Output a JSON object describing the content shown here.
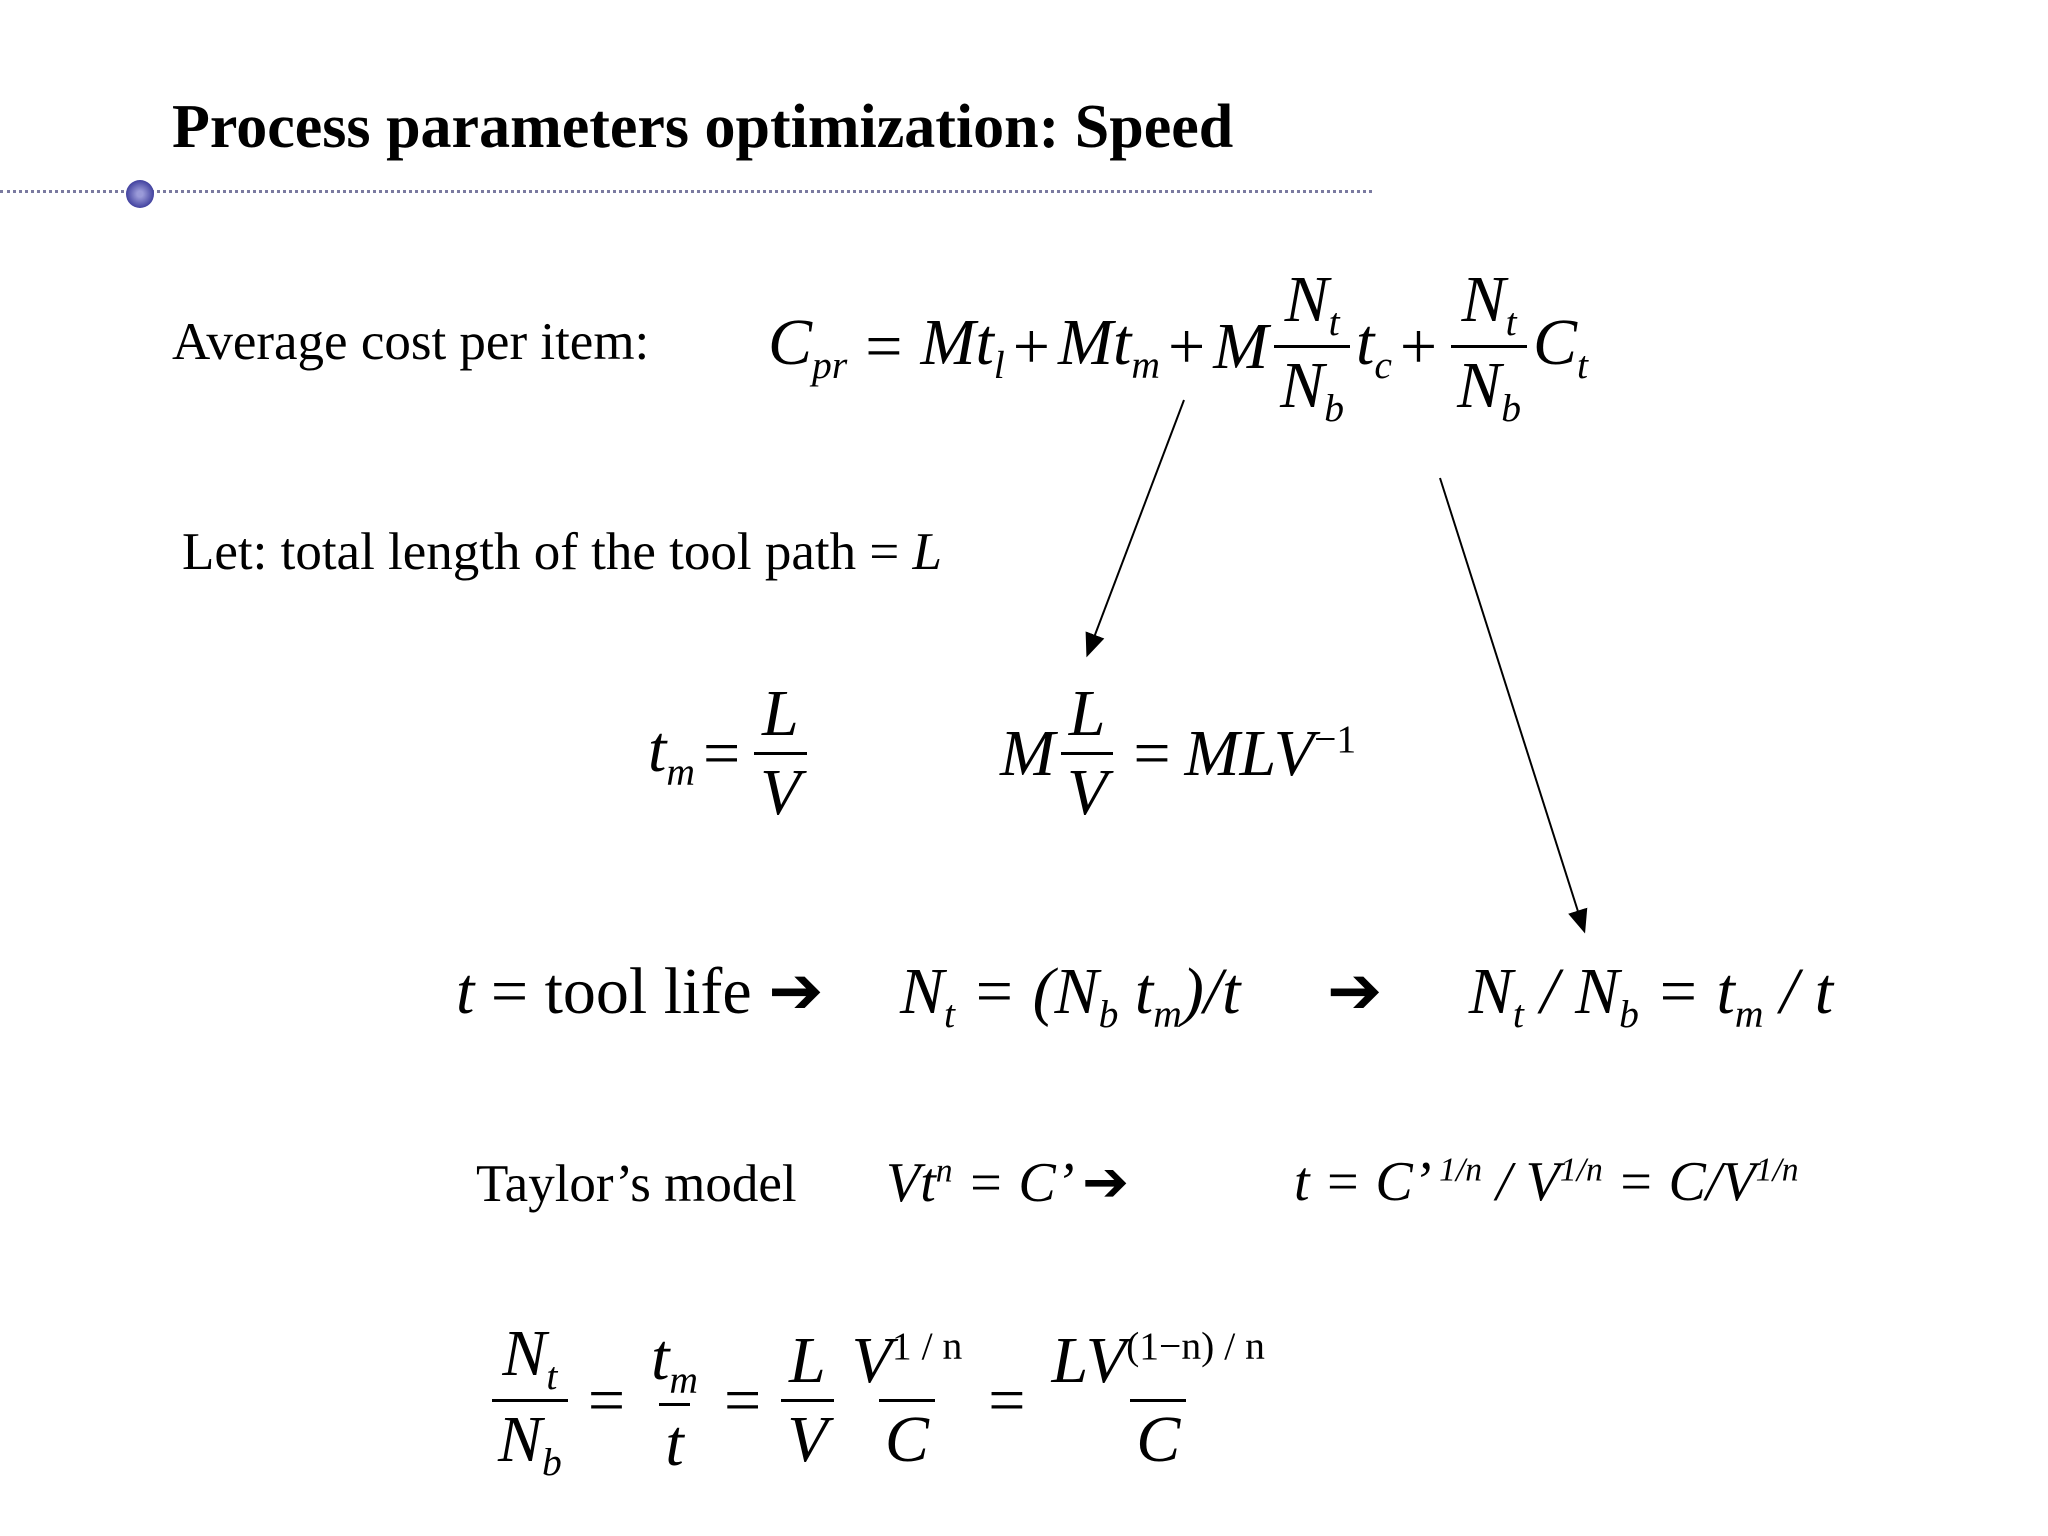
{
  "title": "Process parameters optimization: Speed",
  "eq1": {
    "label": "Average cost per item:",
    "lhs": "C",
    "lhs_sub": "pr",
    "eq": "=",
    "t1": "Mt",
    "t1_sub": "l",
    "plus1": "+",
    "t2": "Mt",
    "t2_sub": "m",
    "plus2": "+",
    "t3": "M",
    "frac_num": "N",
    "frac_num_sub": "t",
    "frac_den": "N",
    "frac_den_sub": "b",
    "t3b": "t",
    "t3b_sub": "c",
    "plus3": "+",
    "t4": "C",
    "t4_sub": "t"
  },
  "let_line": {
    "text": "Let: total length of the tool path = ",
    "var": "L"
  },
  "eq2": {
    "tm": "t",
    "tm_sub": "m",
    "eq": "=",
    "num": "L",
    "den": "V"
  },
  "eq3": {
    "M": "M",
    "num": "L",
    "den": "V",
    "eq": "=",
    "rhs": "MLV",
    "rhs_sup": "−1"
  },
  "eq4": {
    "t": "t",
    "text": " = tool life ",
    "arrow1": "➔",
    "Nt": "N",
    "Nt_sub": "t",
    "mid": " = (N",
    "mid_sub_b": "b",
    "mid_t": " t",
    "mid_sub_m": "m",
    "mid_end": ")/t",
    "arrow2": "➔",
    "r1": "N",
    "r1_sub": "t",
    "r2": " / N",
    "r2_sub": "b",
    "r3": " = t",
    "r3_sub": "m",
    "r4": " / t"
  },
  "eq5": {
    "label": "Taylor’s model",
    "left": "Vt",
    "left_sup": "n",
    "left_rhs": " = C’ ",
    "arrow": "➔",
    "r1": "t = C’ ",
    "r1_sup": "1/n",
    "r2": " / V",
    "r2_sup": "1/n",
    "r3": "  = C/V",
    "r3_sup": "1/n"
  },
  "eq6": {
    "f1_num": "N",
    "f1_num_sub": "t",
    "f1_den": "N",
    "f1_den_sub": "b",
    "eq1": "=",
    "f2_num": "t",
    "f2_num_sub": "m",
    "f2_den": "t",
    "eq2": "=",
    "f3_num": "L",
    "f3_den": "V",
    "f4_num": "V",
    "f4_num_sup": "1 / n",
    "f4_den": "C",
    "eq3": "=",
    "f5_num": "LV",
    "f5_num_sup": "(1−n) / n",
    "f5_den": "C"
  }
}
